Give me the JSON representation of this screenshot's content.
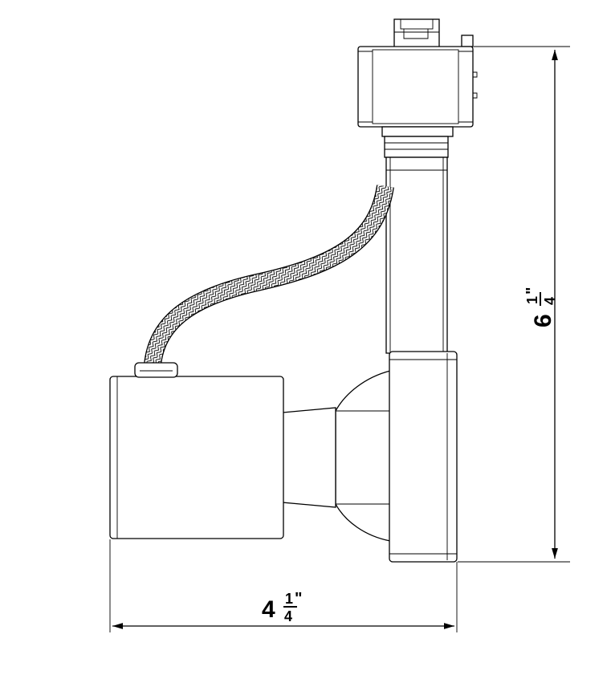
{
  "drawing": {
    "width_dimension": {
      "whole": "4",
      "numerator": "1",
      "denominator": "4",
      "unit": "\""
    },
    "height_dimension": {
      "whole": "6",
      "numerator": "1",
      "denominator": "4",
      "unit": "\""
    },
    "line_color": "#000000",
    "background_color": "#ffffff"
  }
}
